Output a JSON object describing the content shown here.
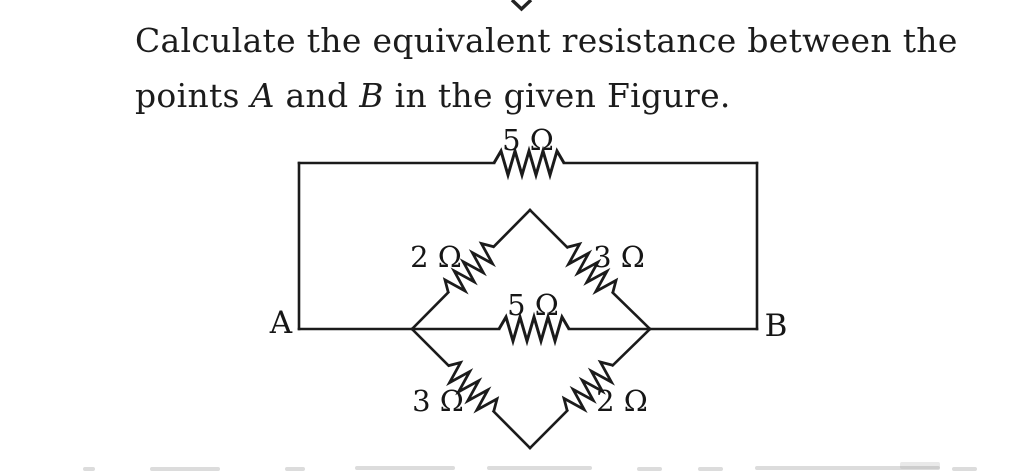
{
  "question": {
    "line1": "Calculate the equivalent resistance between the",
    "line2": {
      "p0": "points ",
      "p1": "A",
      "p2": " and ",
      "p3": "B",
      "p4": " in the given Figure."
    }
  },
  "figure": {
    "terminal_a": "A",
    "terminal_b": "B",
    "resistors": {
      "top": "5 Ω",
      "upper_left": "2 Ω",
      "upper_right": "3 Ω",
      "middle": "5 Ω",
      "lower_left": "3 Ω",
      "lower_right": "2 Ω"
    }
  },
  "icons": {
    "top_chevron": "chevron-down"
  },
  "colors": {
    "ink": "#1b1b1b",
    "background": "#ffffff"
  }
}
